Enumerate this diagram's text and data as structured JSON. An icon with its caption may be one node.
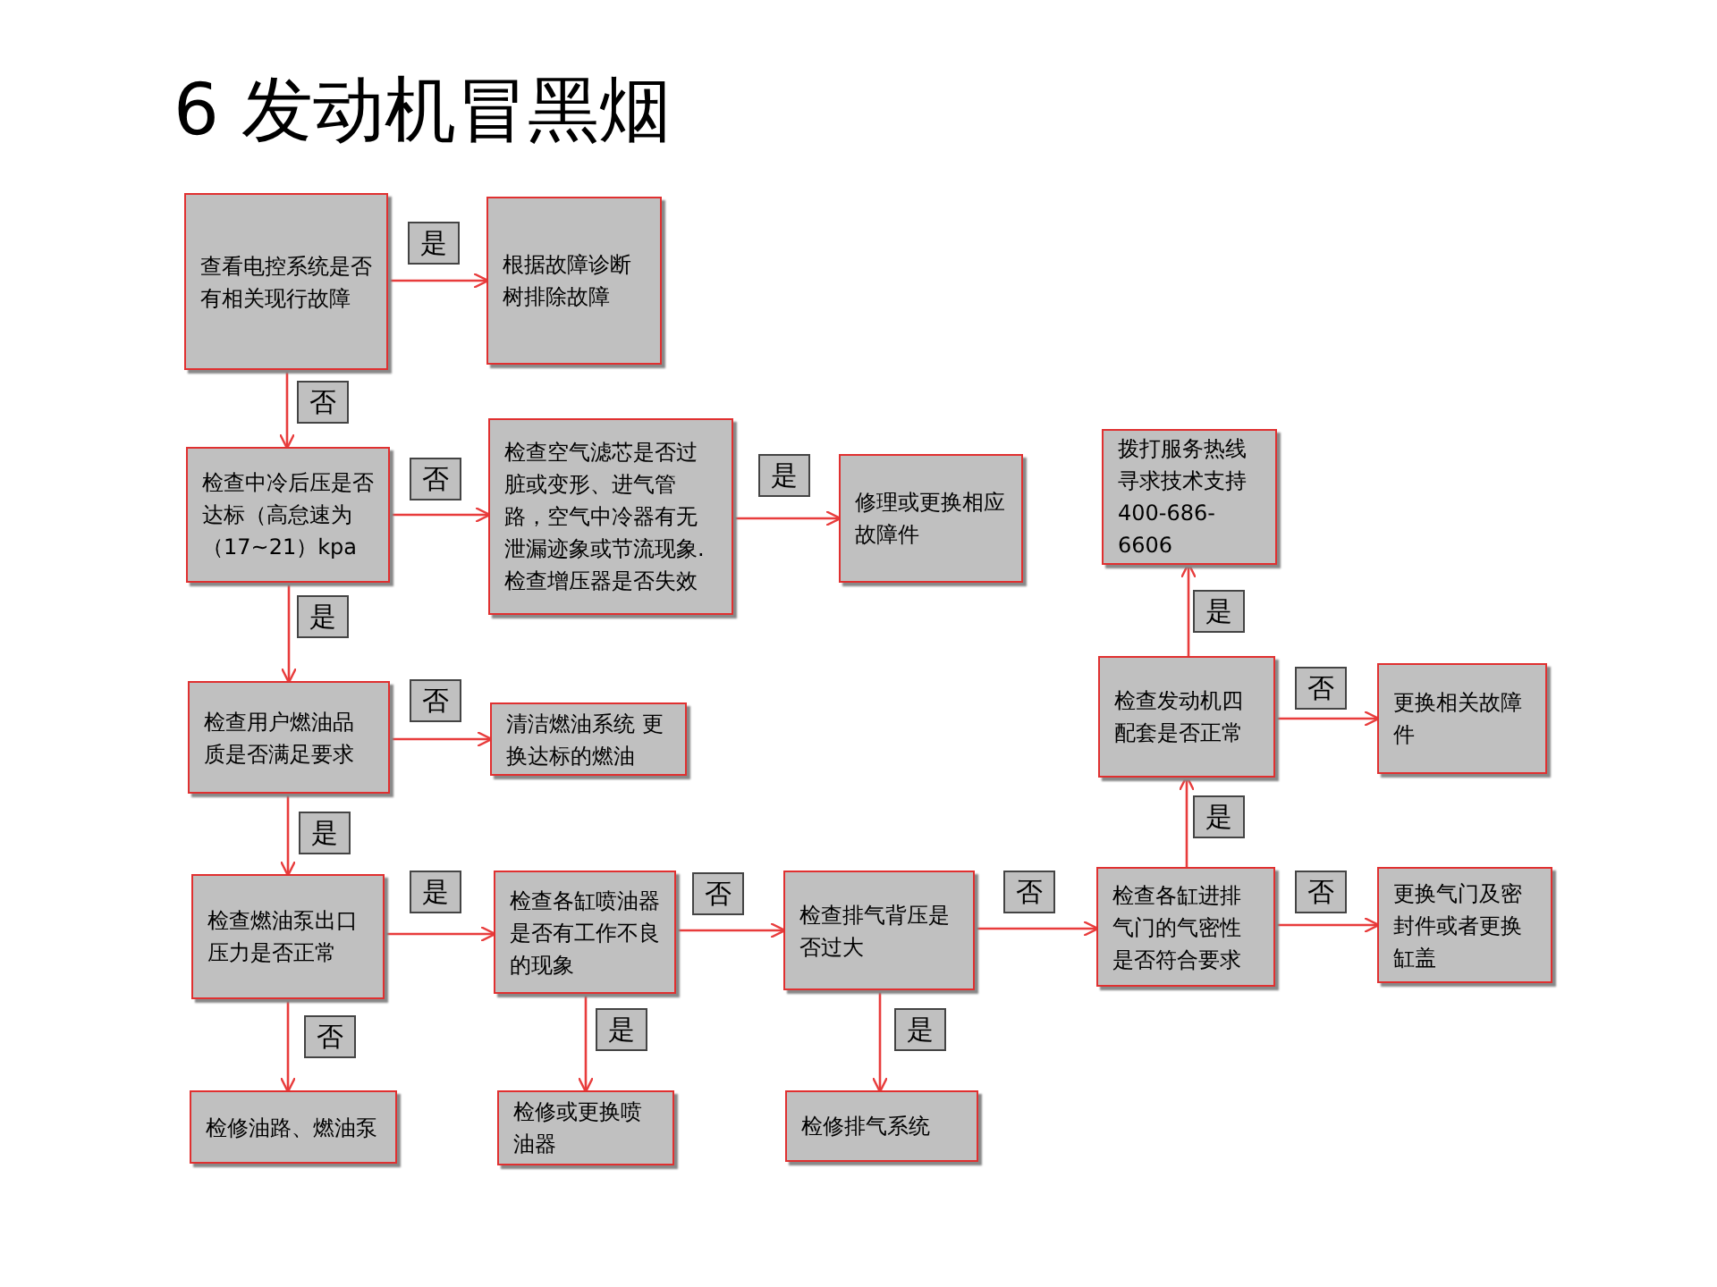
{
  "diagram": {
    "title": "6 发动机冒黑烟",
    "nodes": [
      {
        "text": [
          "查看电控系统是否有相关现行故障"
        ]
      },
      {
        "text": [
          "根据故障诊断树排除故障"
        ]
      },
      {
        "text": [
          "检查中冷后压是否达标（高怠速为（17~21）kpa"
        ]
      },
      {
        "text": [
          "检查空气滤芯是否过脏或变形、进气管路，空气中冷器有无泄漏迹象或节流现象.检查增压器是否失效"
        ]
      },
      {
        "text": [
          "修理或更换相应故障件"
        ]
      },
      {
        "text": [
          "检查用户燃油品质是否满足要求"
        ]
      },
      {
        "text": [
          "清洁燃油系统 更换达标的燃油"
        ]
      },
      {
        "text": [
          "检查燃油泵出口压力是否正常"
        ]
      },
      {
        "text": [
          "检查各缸喷油器是否有工作不良的现象"
        ]
      },
      {
        "text": [
          "检查排气背压是否过大"
        ]
      },
      {
        "text": [
          "检查各缸进排气门的气密性是否符合要求"
        ]
      },
      {
        "text": [
          "更换气门及密封件或者更换缸盖"
        ]
      },
      {
        "text": [
          "检查发动机四配套是否正常"
        ]
      },
      {
        "text": [
          "更换相关故障件"
        ]
      },
      {
        "text": [
          "拨打服务热线寻求技术支持400-686-6606"
        ]
      },
      {
        "text": [
          "检修油路、燃油泵"
        ]
      },
      {
        "text": [
          "检修或更换喷油器"
        ]
      },
      {
        "text": [
          "检修排气系统"
        ]
      }
    ],
    "edges": [
      {
        "from": 0,
        "to": 1,
        "arrow": "to",
        "label": "是"
      },
      {
        "from": 0,
        "to": 2,
        "arrow": "to",
        "label": "否"
      },
      {
        "from": 2,
        "to": 3,
        "arrow": "to",
        "label": "否"
      },
      {
        "from": 3,
        "to": 4,
        "arrow": "to",
        "label": "是"
      },
      {
        "from": 2,
        "to": 5,
        "arrow": "to",
        "label": "是"
      },
      {
        "from": 5,
        "to": 6,
        "arrow": "to",
        "label": "否"
      },
      {
        "from": 5,
        "to": 7,
        "arrow": "to",
        "label": "是"
      },
      {
        "from": 7,
        "to": 8,
        "arrow": "to",
        "label": "是"
      },
      {
        "from": 7,
        "to": 15,
        "arrow": "to",
        "label": "否"
      },
      {
        "from": 8,
        "to": 9,
        "arrow": "to",
        "label": "否"
      },
      {
        "from": 8,
        "to": 16,
        "arrow": "to",
        "label": "是"
      },
      {
        "from": 9,
        "to": 17,
        "arrow": "to",
        "label": "是"
      },
      {
        "from": 9,
        "to": 10,
        "arrow": "to",
        "label": "否"
      },
      {
        "from": 10,
        "to": 11,
        "arrow": "to",
        "label": "否"
      },
      {
        "from": 10,
        "to": 12,
        "arrow": "to",
        "label": "是"
      },
      {
        "from": 12,
        "to": 13,
        "arrow": "to",
        "label": "否"
      },
      {
        "from": 12,
        "to": 14,
        "arrow": "to",
        "label": "是"
      }
    ]
  }
}
